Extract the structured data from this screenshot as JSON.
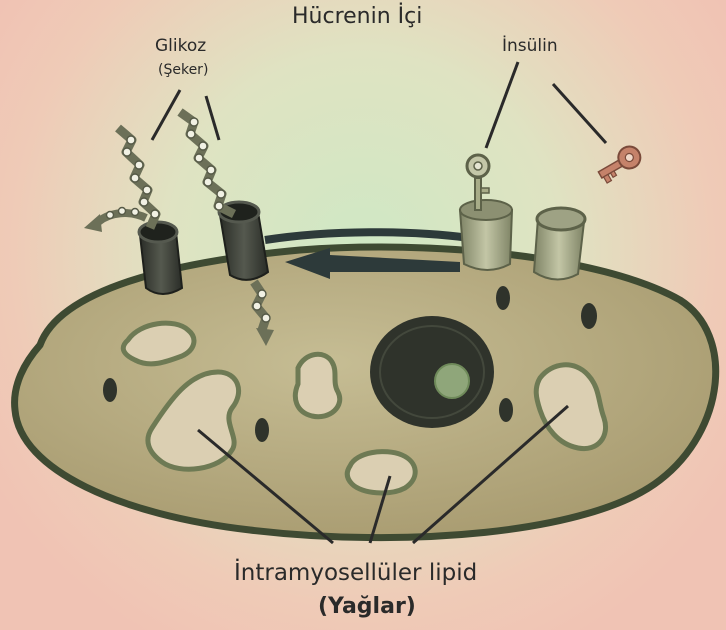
{
  "labels": {
    "title": "Hücrenin İçi",
    "glucose": "Glikoz",
    "glucose_sub": "(Şeker)",
    "insulin": "İnsülin",
    "lipid": "İntramyosellüler lipid",
    "lipid_sub": "(Yağlar)"
  },
  "colors": {
    "cell_fill": "#b7ac82",
    "cell_border": "#3e4a32",
    "nucleus": "#2f332b",
    "nucleolus": "#8fa67a",
    "dark_channel": "#3b3f38",
    "light_channel": "#a8ac88",
    "lipid_fill": "#dbcfb2",
    "lipid_border": "#6e7a54",
    "key": "#c5826a"
  }
}
